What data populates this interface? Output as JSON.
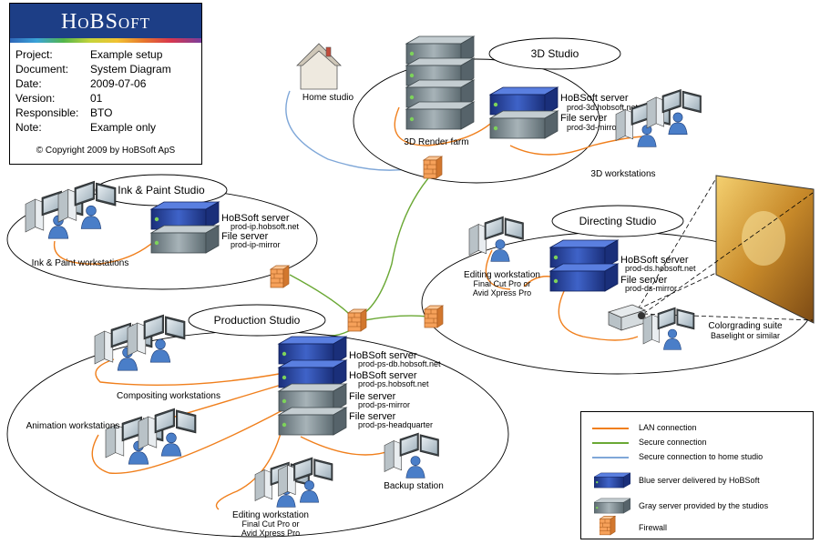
{
  "title_block": {
    "brand": "HoBSoft",
    "rows": [
      {
        "key": "Project:",
        "value": "Example setup"
      },
      {
        "key": "Document:",
        "value": "System Diagram"
      },
      {
        "key": "Date:",
        "value": "2009-07-06"
      },
      {
        "key": "Version:",
        "value": "01"
      },
      {
        "key": "Responsible:",
        "value": "BTO"
      },
      {
        "key": "Note:",
        "value": "Example only"
      }
    ],
    "copyright": "© Copyright 2009 by HoBSoft ApS"
  },
  "studios": {
    "three_d": {
      "name": "3D Studio",
      "render_farm": "3D Render farm",
      "hobsoft_server": "HoBSoft server",
      "hobsoft_server_host": "prod-3d.hobsoft.net",
      "file_server": "File server",
      "file_server_host": "prod-3d-mirror",
      "workstations": "3D workstations"
    },
    "home": {
      "name": "Home studio"
    },
    "ink_paint": {
      "name": "Ink & Paint Studio",
      "hobsoft_server": "HoBSoft server",
      "hobsoft_server_host": "prod-ip.hobsoft.net",
      "file_server": "File server",
      "file_server_host": "prod-ip-mirror",
      "workstations": "Ink & Paint workstations"
    },
    "directing": {
      "name": "Directing Studio",
      "editing_workstation": "Editing workstation",
      "editing_line2": "Final Cut Pro or",
      "editing_line3": "Avid Xpress Pro",
      "hobsoft_server": "HoBSoft server",
      "hobsoft_server_host": "prod-ds.hobsoft.net",
      "file_server": "File server",
      "file_server_host": "prod-ds-mirror",
      "colorgrading": "Colorgrading suite",
      "colorgrading_sub": "Baselight or similar"
    },
    "production": {
      "name": "Production Studio",
      "servers": [
        {
          "name": "HoBSoft server",
          "host": "prod-ps-db.hobsoft.net"
        },
        {
          "name": "HoBSoft server",
          "host": "prod-ps.hobsoft.net"
        },
        {
          "name": "File server",
          "host": "prod-ps-mirror"
        },
        {
          "name": "File server",
          "host": "prod-ps-headquarter"
        }
      ],
      "compositing": "Compositing workstations",
      "animation": "Animation workstations",
      "backup": "Backup station",
      "editing_workstation": "Editing workstation",
      "editing_line2": "Final Cut Pro or",
      "editing_line3": "Avid Xpress Pro"
    }
  },
  "legend": {
    "items": [
      {
        "label": "LAN connection",
        "color": "#f07f1c"
      },
      {
        "label": "Secure connection",
        "color": "#6aa834"
      },
      {
        "label": "Secure connection to home studio",
        "color": "#7fa7d8"
      },
      {
        "label": "Blue server delivered by HoBSoft",
        "icon": "blue-server-icon"
      },
      {
        "label": "Gray server provided by the studios",
        "icon": "gray-server-icon"
      },
      {
        "label": "Firewall",
        "icon": "firewall-icon"
      }
    ]
  },
  "colors": {
    "lan": "#f07f1c",
    "secure": "#6aa834",
    "home": "#7fa7d8",
    "blue_server": "#243f9a",
    "gray_server": "#7b8a90",
    "firewall": "#f6a15a"
  }
}
